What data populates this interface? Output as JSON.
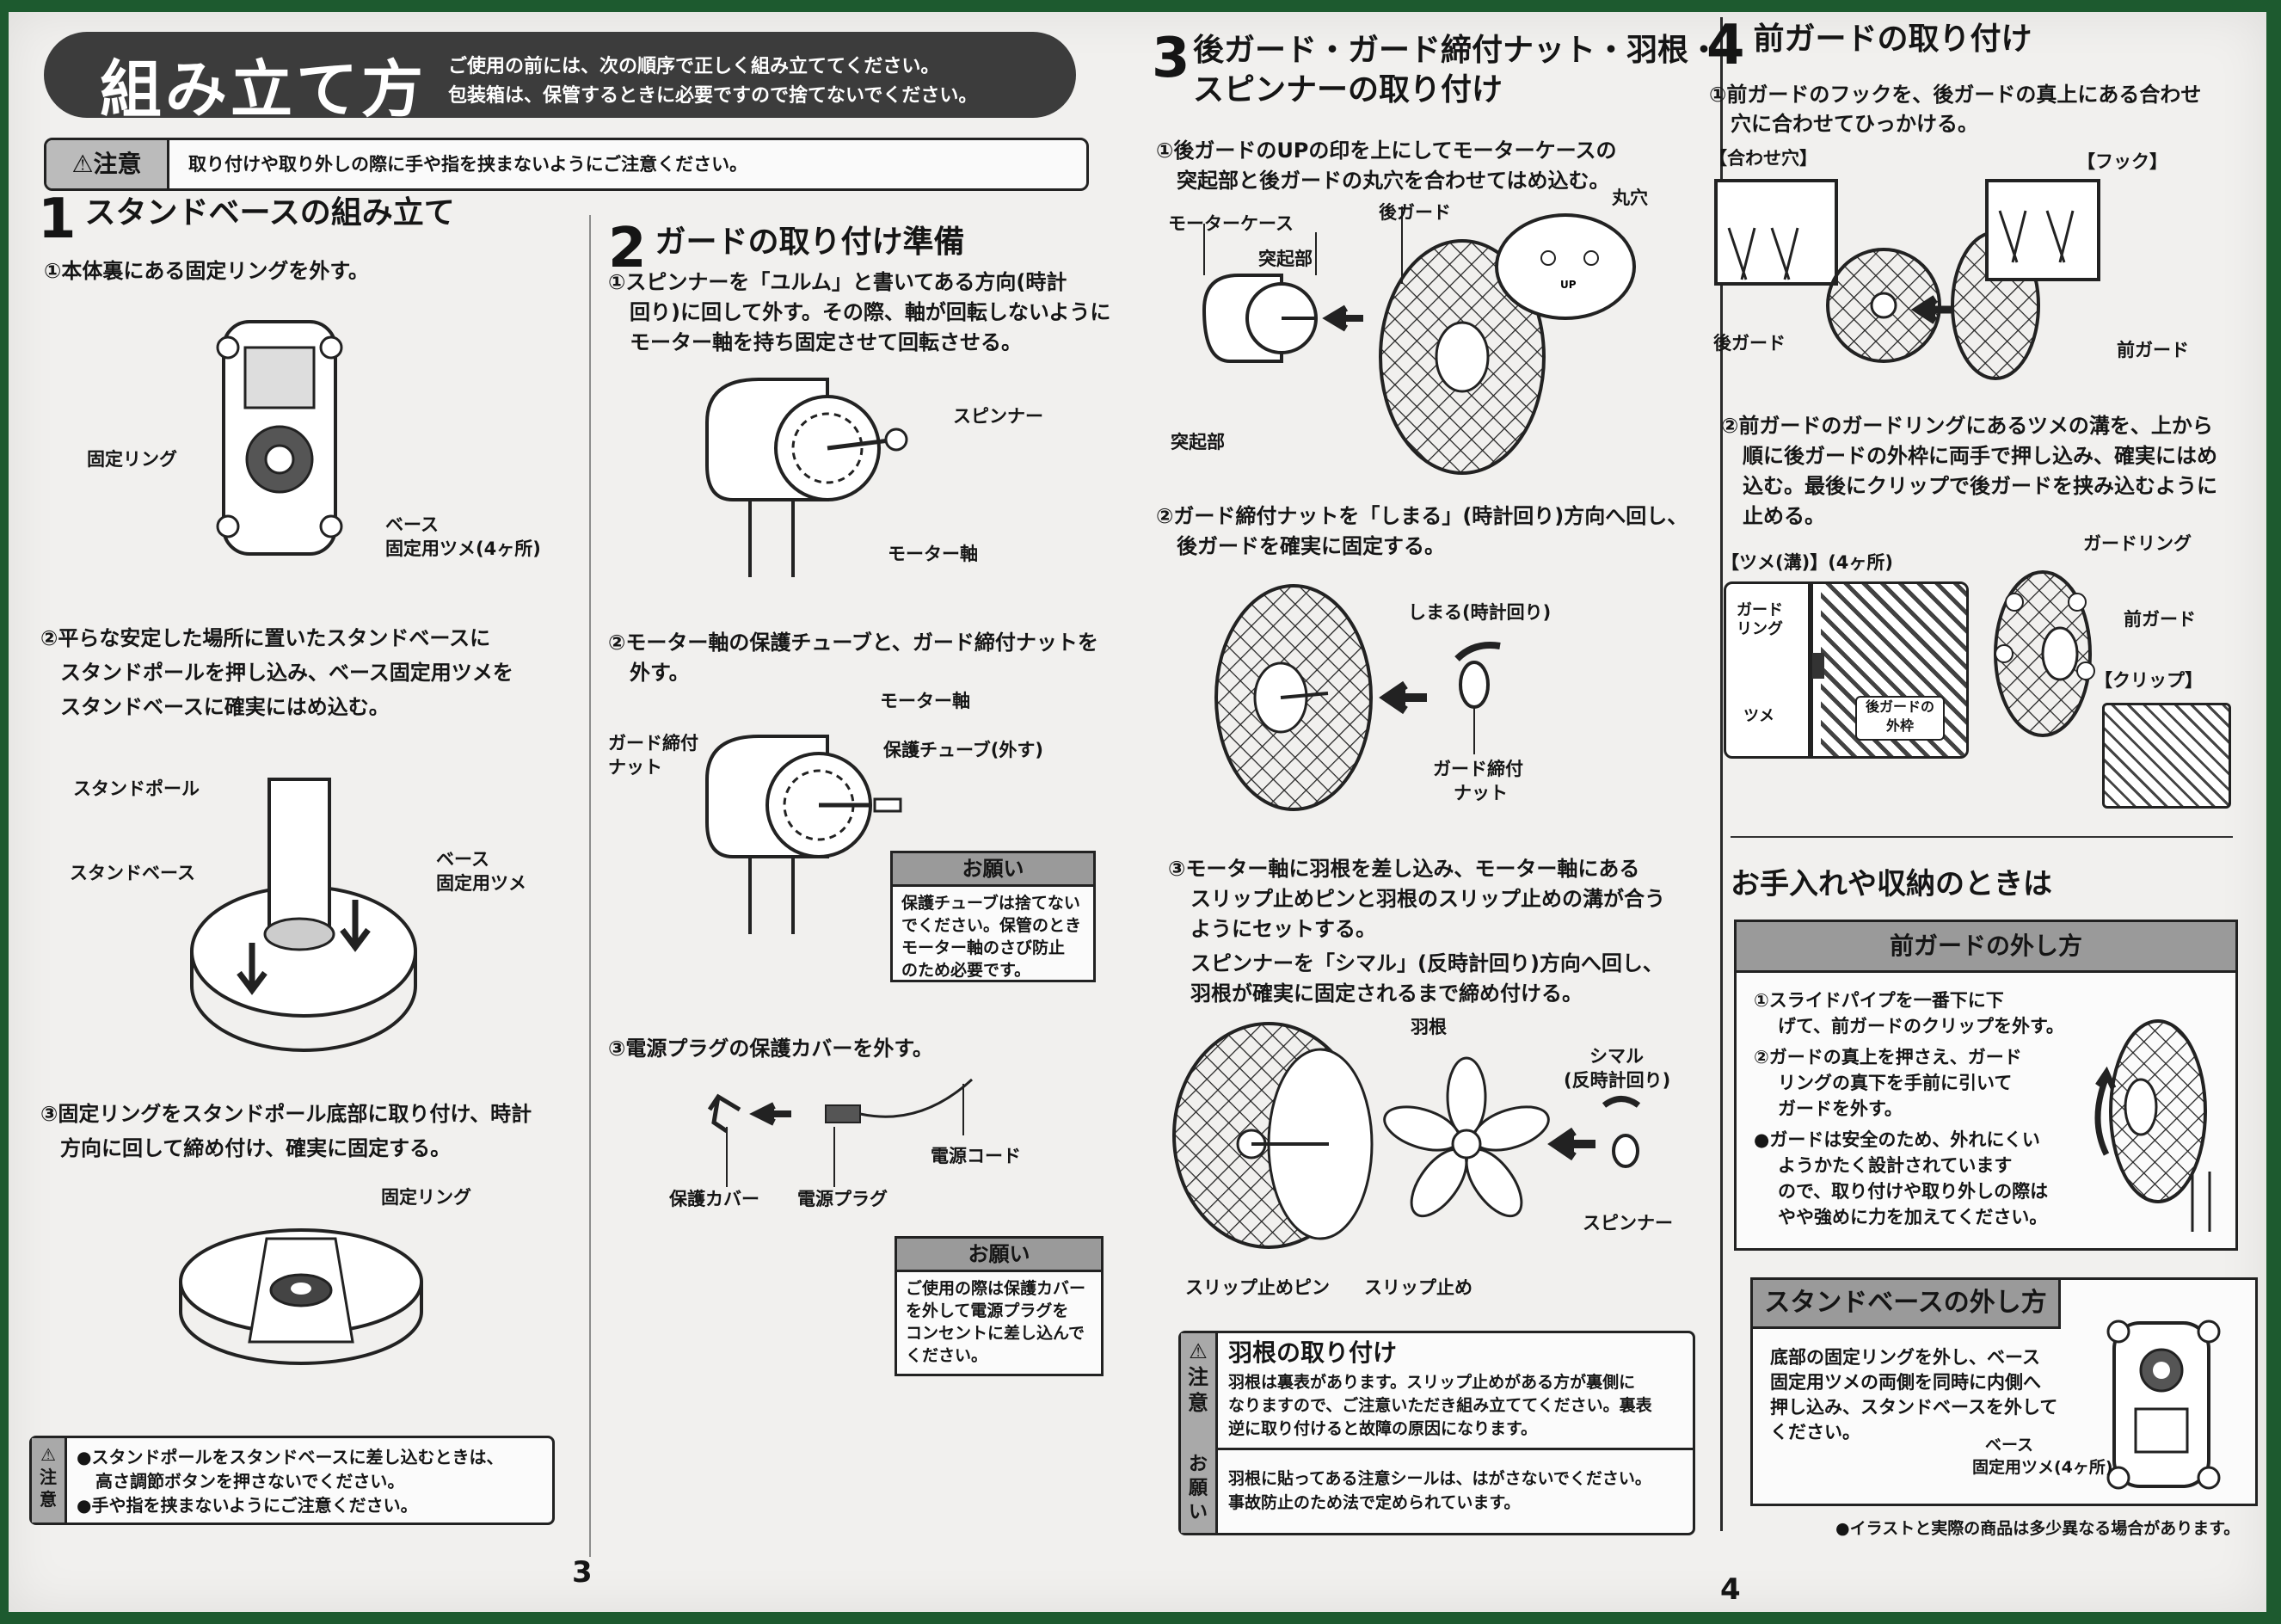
{
  "header": {
    "title": "組み立て方",
    "notes": [
      "ご使用の前には、次の順序で正しく組み立ててください。",
      "包装箱は、保管するときに必要ですので捨てないでください。"
    ],
    "caution_tag": "注意",
    "caution_text": "取り付けや取り外しの際に手や指を挟まないようにご注意ください。"
  },
  "step1": {
    "num": "1",
    "title": "スタンドベースの組み立て",
    "s1": "①本体裏にある固定リングを外す。",
    "s1_labels": {
      "ring": "固定リング",
      "base1": "ベース",
      "base2": "固定用ツメ(4ヶ所)"
    },
    "s2": [
      "②平らな安定した場所に置いたスタンドベースに",
      "スタンドポールを押し込み、ベース固定用ツメを",
      "スタンドベースに確実にはめ込む。"
    ],
    "s2_labels": {
      "pole": "スタンドポール",
      "base": "スタンドベース",
      "tab1": "ベース",
      "tab2": "固定用ツメ"
    },
    "s3": [
      "③固定リングをスタンドポール底部に取り付け、時計",
      "方向に回して締め付け、確実に固定する。"
    ],
    "s3_label": "固定リング",
    "caution": {
      "side": [
        "⚠",
        "注",
        "意"
      ],
      "lines": [
        "●スタンドポールをスタンドベースに差し込むときは、",
        "高さ調節ボタンを押さないでください。",
        "●手や指を挟まないようにご注意ください。"
      ]
    }
  },
  "step2": {
    "num": "2",
    "title": "ガードの取り付け準備",
    "s1": [
      "①スピンナーを「ユルム」と書いてある方向(時計",
      "回り)に回して外す。その際、軸が回転しないように",
      "モーター軸を持ち固定させて回転させる。"
    ],
    "s1_labels": {
      "spinner": "スピンナー",
      "shaft": "モーター軸"
    },
    "s2": [
      "②モーター軸の保護チューブと、ガード締付ナットを",
      "外す。"
    ],
    "s2_labels": {
      "shaft": "モーター軸",
      "nut1": "ガード締付",
      "nut2": "ナット",
      "tube": "保護チューブ(外す)"
    },
    "note1": {
      "title": "お願い",
      "body": "保護チューブは捨てない\nでください。保管のとき\nモーター軸のさび防止\nのため必要です。"
    },
    "s3": "③電源プラグの保護カバーを外す。",
    "s3_labels": {
      "cover": "保護カバー",
      "plug": "電源プラグ",
      "cord": "電源コード"
    },
    "note2": {
      "title": "お願い",
      "body": "ご使用の際は保護カバー\nを外して電源プラグを\nコンセントに差し込んで\nください。"
    }
  },
  "step3": {
    "num": "3",
    "title": [
      "後ガード・ガード締付ナット・羽根・",
      "スピンナーの取り付け"
    ],
    "s1": [
      "①後ガードのUPの印を上にしてモーターケースの",
      "突起部と後ガードの丸穴を合わせてはめ込む。"
    ],
    "s1_labels": {
      "case": "モーターケース",
      "boss1": "突起部",
      "rear": "後ガード",
      "hole": "丸穴",
      "boss2": "突起部",
      "up": "UP"
    },
    "s2": [
      "②ガード締付ナットを「しまる」(時計回り)方向へ回し、",
      "後ガードを確実に固定する。"
    ],
    "s2_labels": {
      "dir": "しまる(時計回り)",
      "nut1": "ガード締付",
      "nut2": "ナット"
    },
    "s3": [
      "③モーター軸に羽根を差し込み、モーター軸にある",
      "スリップ止めピンと羽根のスリップ止めの溝が合う",
      "ようにセットする。",
      "スピンナーを「シマル」(反時計回り)方向へ回し、",
      "羽根が確実に固定されるまで締め付ける。"
    ],
    "s3_labels": {
      "blade": "羽根",
      "dir1": "シマル",
      "dir2": "(反時計回り)",
      "spinner": "スピンナー",
      "pin": "スリップ止めピン",
      "slip": "スリップ止め"
    },
    "caution": {
      "side1": [
        "⚠",
        "注",
        "意"
      ],
      "title": "羽根の取り付け",
      "lines": [
        "羽根は裏表があります。スリップ止めがある方が裏側に",
        "なりますので、ご注意いただき組み立ててください。裏表",
        "逆に取り付けると故障の原因になります。"
      ],
      "side2": [
        "お",
        "願",
        "い"
      ],
      "lines2": [
        "羽根に貼ってある注意シールは、はがさないでください。",
        "事故防止のため法で定められています。"
      ]
    }
  },
  "step4": {
    "num": "4",
    "title": "前ガードの取り付け",
    "s1": [
      "①前ガードのフックを、後ガードの真上にある合わせ",
      "穴に合わせてひっかける。"
    ],
    "s1_labels": {
      "hole": "【合わせ穴】",
      "hook": "【フック】",
      "rear": "後ガード",
      "front": "前ガード"
    },
    "s2": [
      "②前ガードのガードリングにあるツメの溝を、上から",
      "順に後ガードの外枠に両手で押し込み、確実にはめ",
      "込む。最後にクリップで後ガードを挟み込むように",
      "止める。"
    ],
    "s2_labels": {
      "claw": "【ツメ(溝)】(4ヶ所)",
      "ring1": "ガード",
      "ring2": "リング",
      "tsume": "ツメ",
      "frame1": "後ガードの",
      "frame2": "外枠",
      "guardring": "ガードリング",
      "front": "前ガード",
      "clip": "【クリップ】"
    }
  },
  "care": {
    "title": "お手入れや収納のときは",
    "front_removal": {
      "title": "前ガードの外し方",
      "lines": [
        "①スライドパイプを一番下に下",
        "げて、前ガードのクリップを外す。",
        "②ガードの真上を押さえ、ガード",
        "リングの真下を手前に引いて",
        "ガードを外す。",
        "●ガードは安全のため、外れにくい",
        "ようかたく設計されています",
        "ので、取り付けや取り外しの際は",
        "やや強めに力を加えてください。"
      ]
    },
    "base_removal": {
      "title": "スタンドベースの外し方",
      "lines": [
        "底部の固定リングを外し、ベース",
        "固定用ツメの両側を同時に内側へ",
        "押し込み、スタンドベースを外して",
        "ください。"
      ],
      "label1": "ベース",
      "label2": "固定用ツメ(4ヶ所)"
    }
  },
  "footer_note": "●イラストと実際の商品は多少異なる場合があります。",
  "page_numbers": [
    "3",
    "4"
  ],
  "colors": {
    "background": "#1d5a2f",
    "paper": "#f1f0ee",
    "ink": "#151515",
    "banner": "#3c3c3c",
    "box_header": "#9a9a9a"
  }
}
